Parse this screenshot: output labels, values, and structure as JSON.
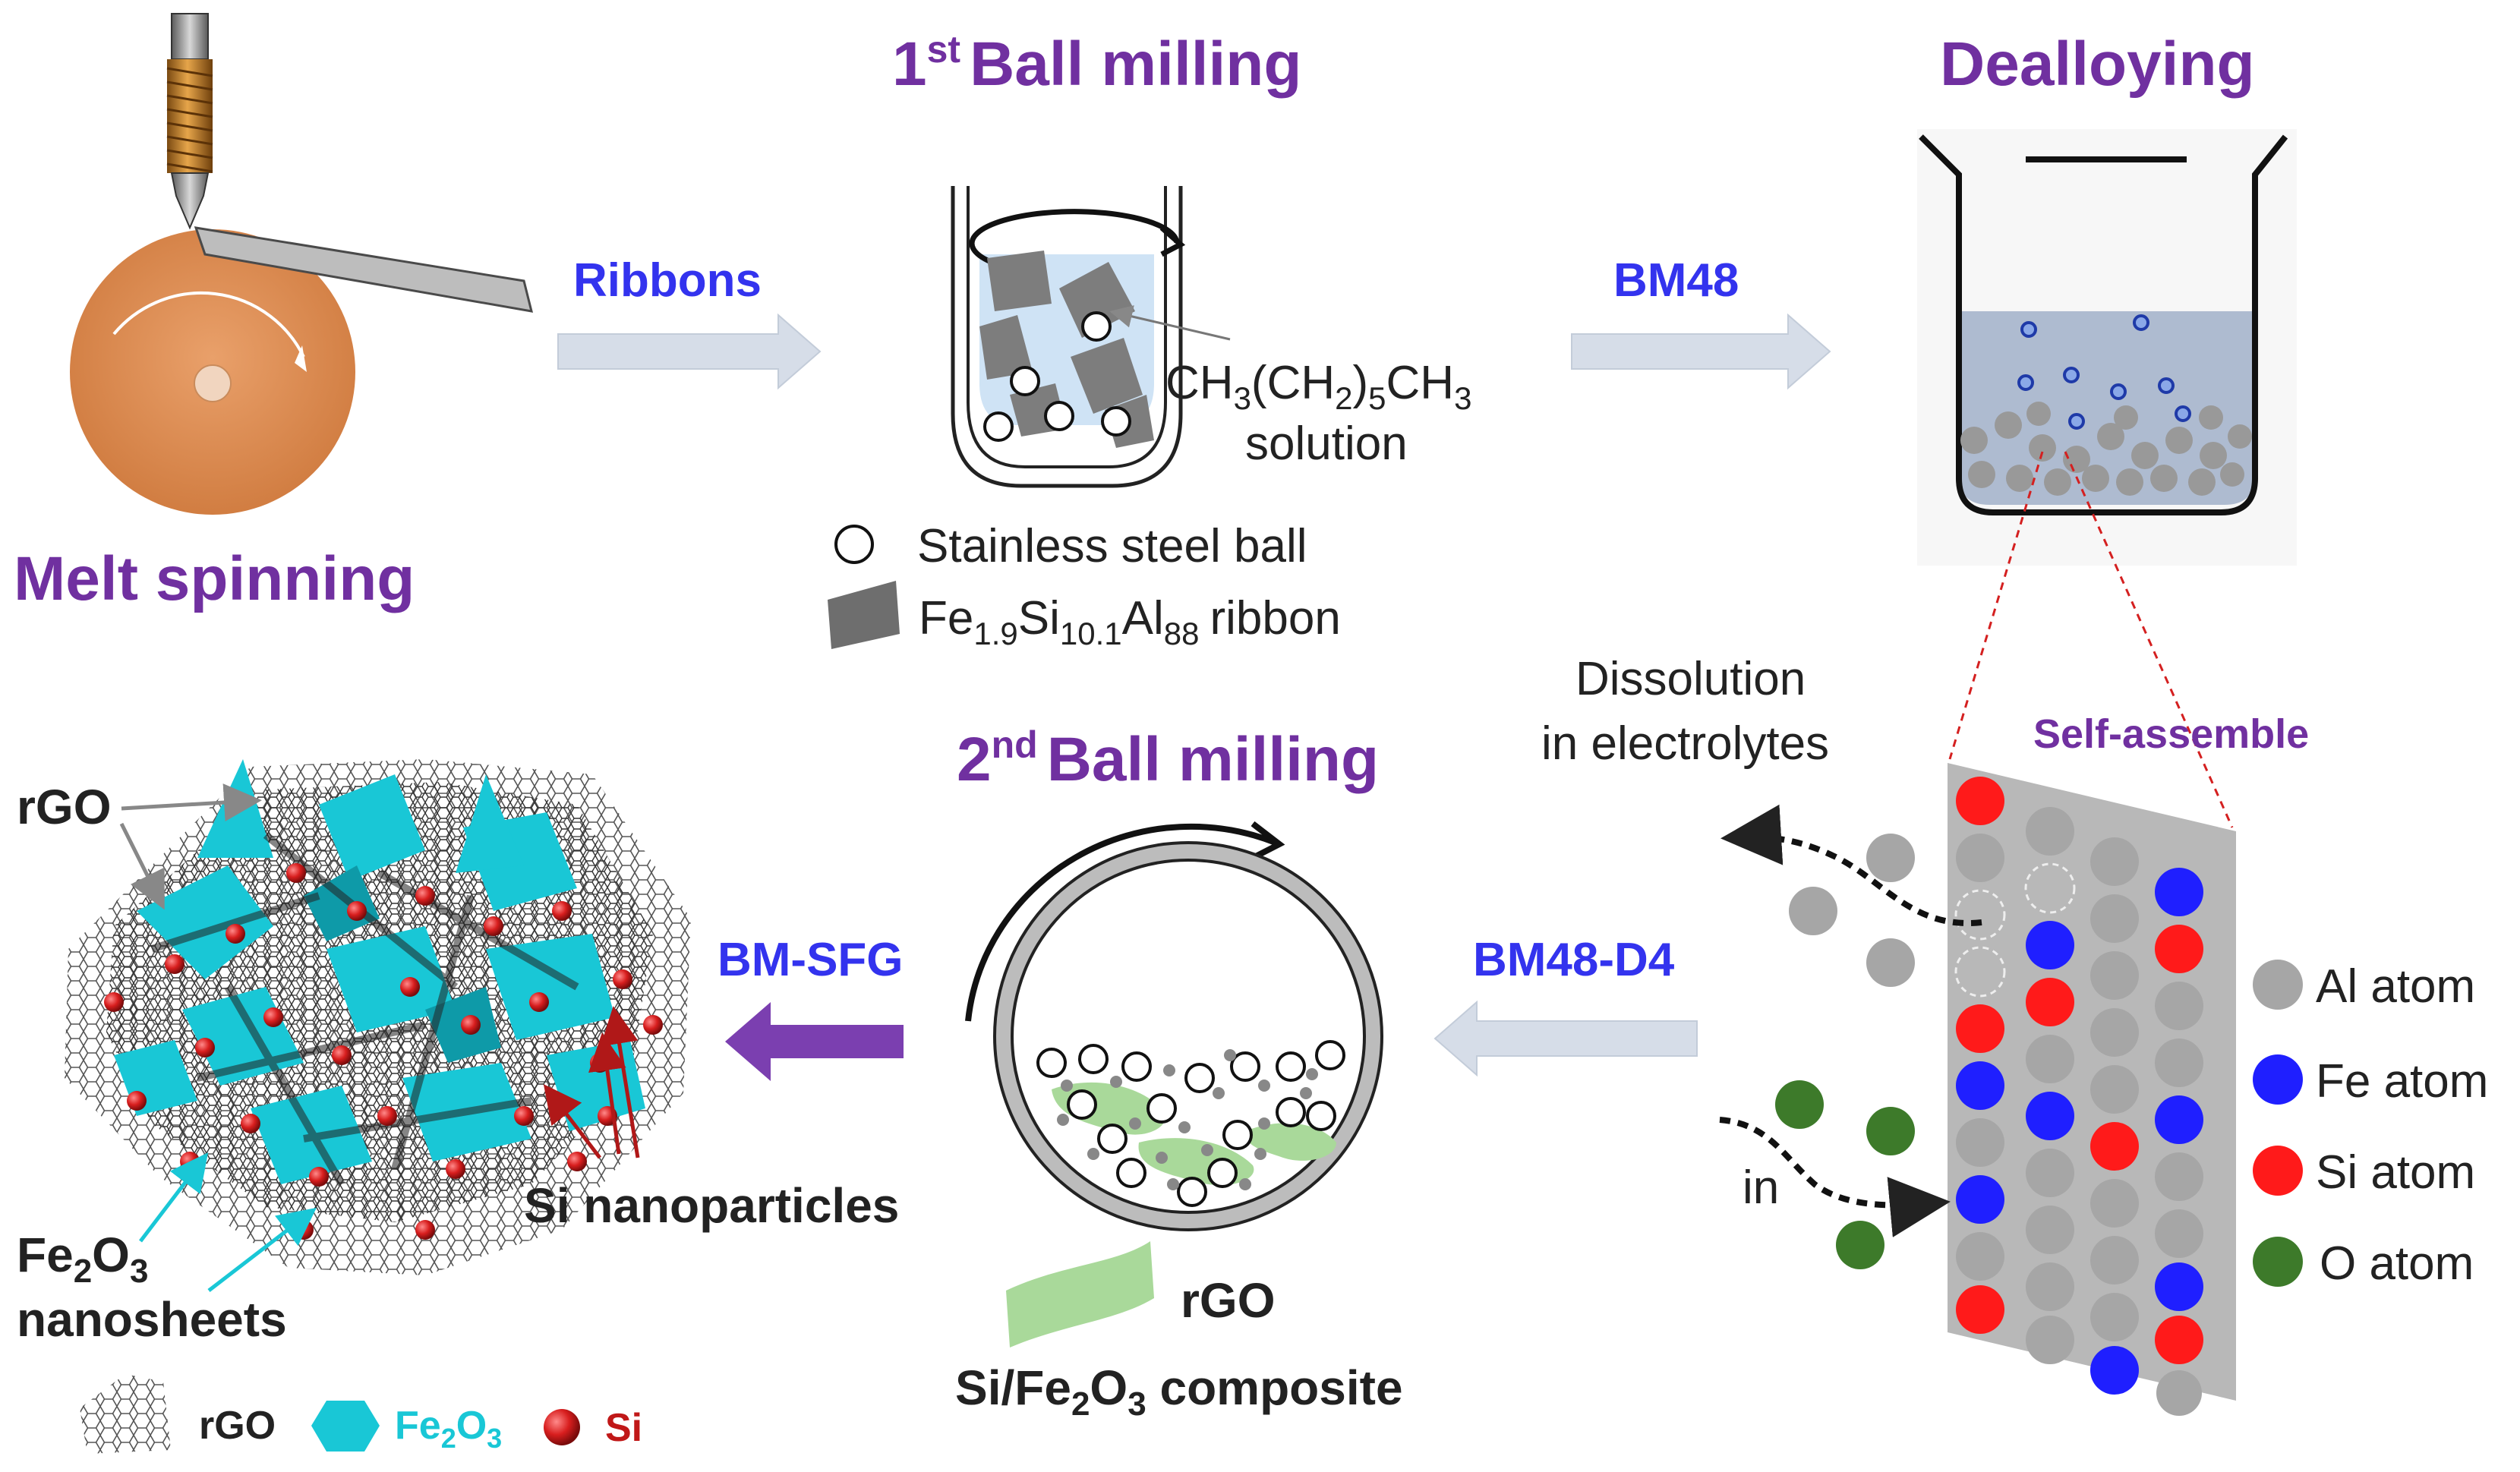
{
  "titles": {
    "melt_spinning": "Melt spinning",
    "ball1_main": "Ball milling",
    "ball1_num": "1",
    "ball1_sup": "st",
    "dealloying": "Dealloying",
    "ball2_main": "Ball milling",
    "ball2_num": "2",
    "ball2_sup": "nd"
  },
  "arrows": {
    "ribbons": "Ribbons",
    "bm48": "BM48",
    "bm48_d4": "BM48-D4",
    "bm_sfg": "BM-SFG"
  },
  "solution": {
    "formula_a": "CH",
    "formula_b": "3",
    "formula_c": "(CH",
    "formula_d": "2",
    "formula_e": ")",
    "formula_f": "5",
    "formula_g": "CH",
    "formula_h": "3",
    "word": "solution"
  },
  "legend1": {
    "ball": "Stainless steel ball",
    "ribbon_fe": "Fe",
    "ribbon_fe_sub": "1.9",
    "ribbon_si": "Si",
    "ribbon_si_sub": "10.1",
    "ribbon_al": "Al",
    "ribbon_al_sub": "88",
    "ribbon_word": "ribbon"
  },
  "dissolution": {
    "line1": "Dissolution",
    "line2": "in electrolytes",
    "in": "in"
  },
  "self_assemble": "Self-assemble",
  "atoms": {
    "al": "Al atom",
    "fe": "Fe atom",
    "si": "Si atom",
    "o": "O atom"
  },
  "composite": {
    "rgo": "rGO",
    "line_a": "Si/Fe",
    "line_sub": "2",
    "line_b": "O",
    "line_sub2": "3",
    "line_c": " composite"
  },
  "product_labels": {
    "rgo": "rGO",
    "si_np": "Si nanoparticles",
    "fe_a": "Fe",
    "fe_sub": "2",
    "fe_b": "O",
    "fe_sub2": "3",
    "nanosheets": "nanosheets"
  },
  "bottom_legend": {
    "rgo": "rGO",
    "fe_a": "Fe",
    "fe_sub": "2",
    "fe_b": "O",
    "fe_sub2": "3",
    "si": "Si"
  },
  "colors": {
    "title_purple": "#7030a0",
    "label_blue": "#3333ee",
    "arrow_light": "#d6dde8",
    "arrow_purple": "#7b3fb0",
    "al": "#a6a6a6",
    "fe": "#1f1fff",
    "si": "#ff1a1a",
    "o": "#3d7a2a",
    "cyan": "#19c7d6",
    "wheel": "#d98a50",
    "rgo_green": "#a9d99a"
  }
}
